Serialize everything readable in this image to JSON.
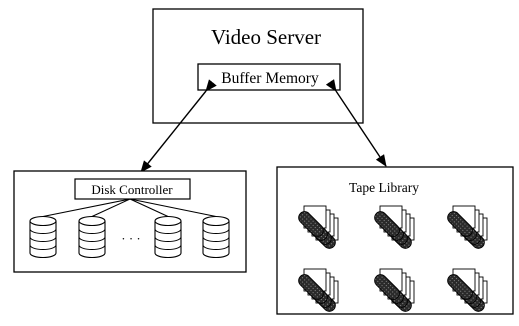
{
  "video_server": {
    "title": "Video Server"
  },
  "buffer_memory": {
    "label": "Buffer Memory"
  },
  "disk_controller": {
    "label": "Disk Controller",
    "ellipsis": "· · ·"
  },
  "tape_library": {
    "title": "Tape Library"
  },
  "colors": {
    "stroke": "#000000",
    "background": "#ffffff",
    "tape_fill": "#333333"
  }
}
